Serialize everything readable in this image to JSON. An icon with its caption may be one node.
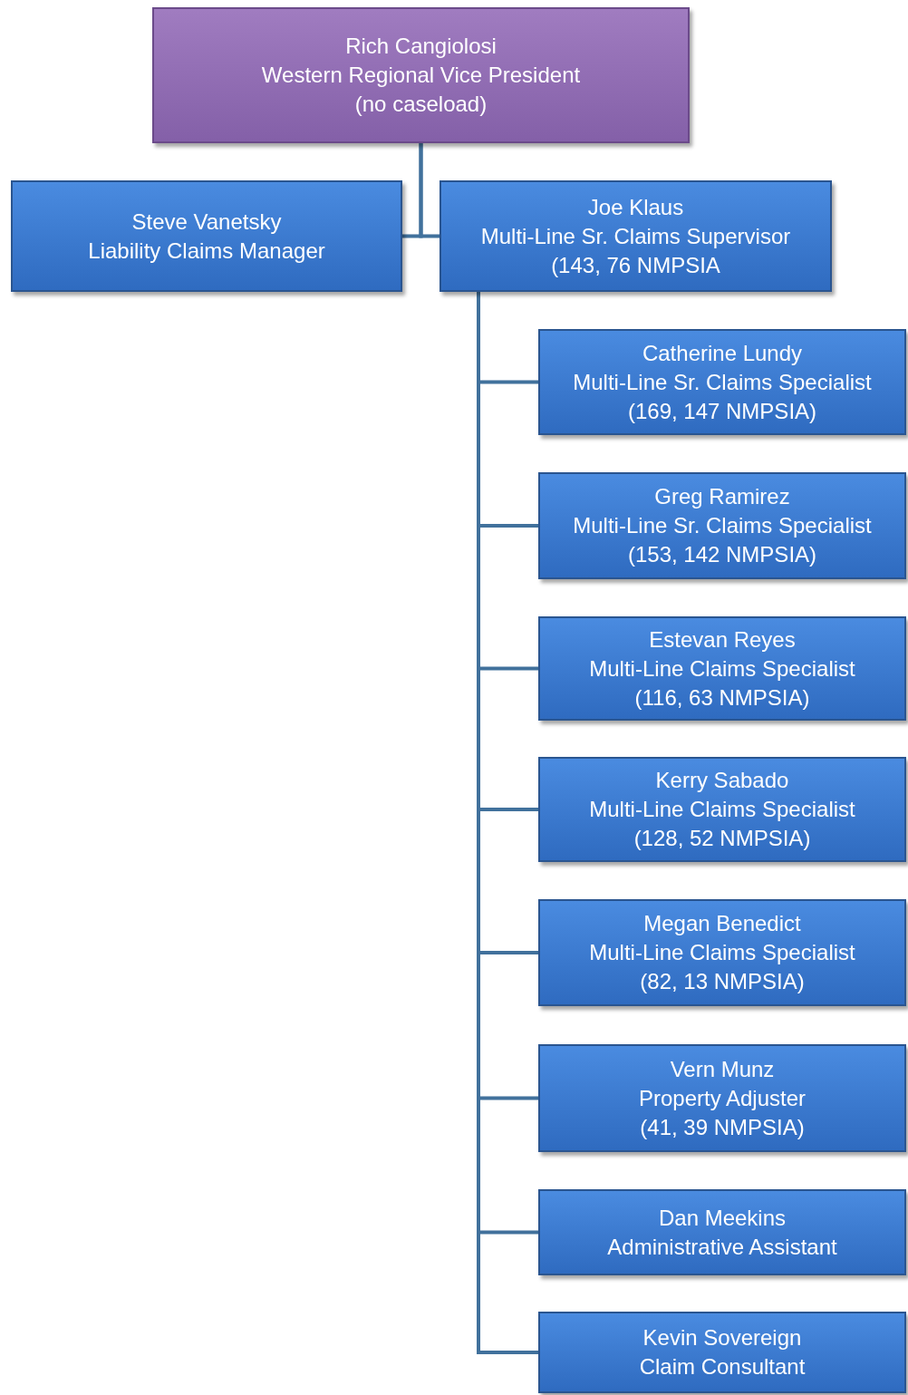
{
  "diagram": {
    "nodes": [
      {
        "text": [
          "Rich Cangiolosi",
          "Western Regional Vice President",
          "(no caseload)"
        ]
      },
      {
        "text": [
          "Steve Vanetsky",
          "Liability Claims Manager"
        ]
      },
      {
        "text": [
          "Joe Klaus",
          "Multi-Line Sr. Claims Supervisor",
          "(143, 76 NMPSIA"
        ]
      },
      {
        "text": [
          "Catherine Lundy",
          "Multi-Line Sr. Claims Specialist",
          "(169, 147 NMPSIA)"
        ]
      },
      {
        "text": [
          "Greg Ramirez",
          "Multi-Line Sr. Claims Specialist",
          "(153, 142 NMPSIA)"
        ]
      },
      {
        "text": [
          "Estevan Reyes",
          "Multi-Line Claims Specialist",
          "(116, 63 NMPSIA)"
        ]
      },
      {
        "text": [
          "Kerry Sabado",
          "Multi-Line Claims Specialist",
          "(128, 52 NMPSIA)"
        ]
      },
      {
        "text": [
          "Megan Benedict",
          "Multi-Line Claims Specialist",
          "(82, 13 NMPSIA)"
        ]
      },
      {
        "text": [
          "Vern Munz",
          "Property Adjuster",
          "(41, 39 NMPSIA)"
        ]
      },
      {
        "text": [
          "Dan Meekins",
          "Administrative Assistant"
        ]
      },
      {
        "text": [
          "Kevin Sovereign",
          "Claim Consultant"
        ]
      }
    ],
    "edges": [
      {
        "from": 0,
        "to": 1,
        "arrow": "none"
      },
      {
        "from": 0,
        "to": 2,
        "arrow": "none"
      },
      {
        "from": 2,
        "to": 3,
        "arrow": "none"
      },
      {
        "from": 2,
        "to": 4,
        "arrow": "none"
      },
      {
        "from": 2,
        "to": 5,
        "arrow": "none"
      },
      {
        "from": 2,
        "to": 6,
        "arrow": "none"
      },
      {
        "from": 2,
        "to": 7,
        "arrow": "none"
      },
      {
        "from": 2,
        "to": 8,
        "arrow": "none"
      },
      {
        "from": 2,
        "to": 9,
        "arrow": "none"
      },
      {
        "from": 2,
        "to": 10,
        "arrow": "none"
      }
    ]
  }
}
